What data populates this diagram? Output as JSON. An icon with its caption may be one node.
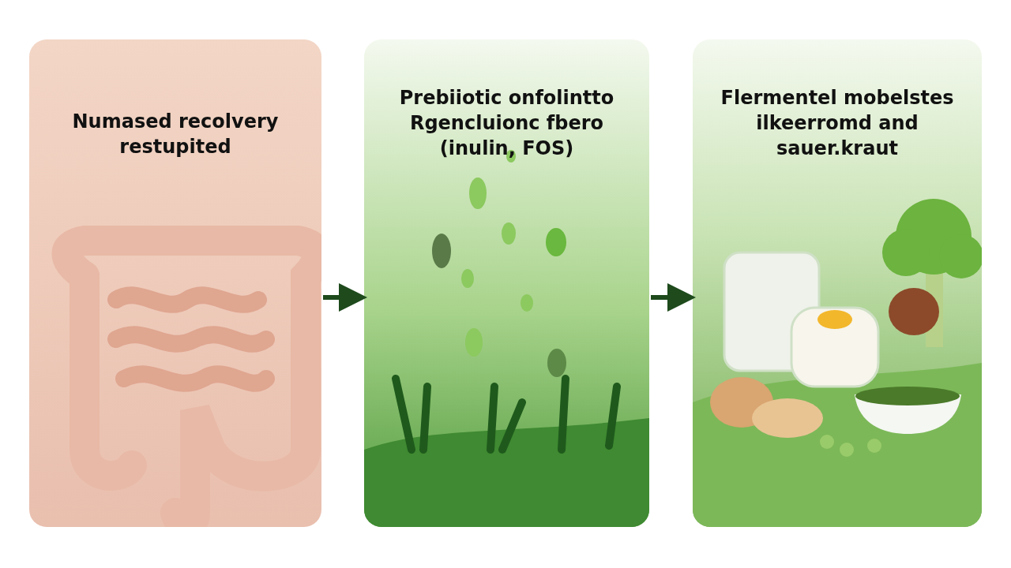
{
  "diagram": {
    "nodes": [
      {
        "text": [
          "Numased recolvery restupited"
        ]
      },
      {
        "text": [
          "Prebiiotic onfolintto Rgencluionc fbero (inulin, FOS)"
        ]
      },
      {
        "text": [
          "Flermentel mobelstes ilkeerromd and sauer.kraut"
        ]
      }
    ],
    "edges": [
      {
        "from": 0,
        "to": 1,
        "arrow": "to"
      },
      {
        "from": 1,
        "to": 2,
        "arrow": "to"
      }
    ]
  }
}
